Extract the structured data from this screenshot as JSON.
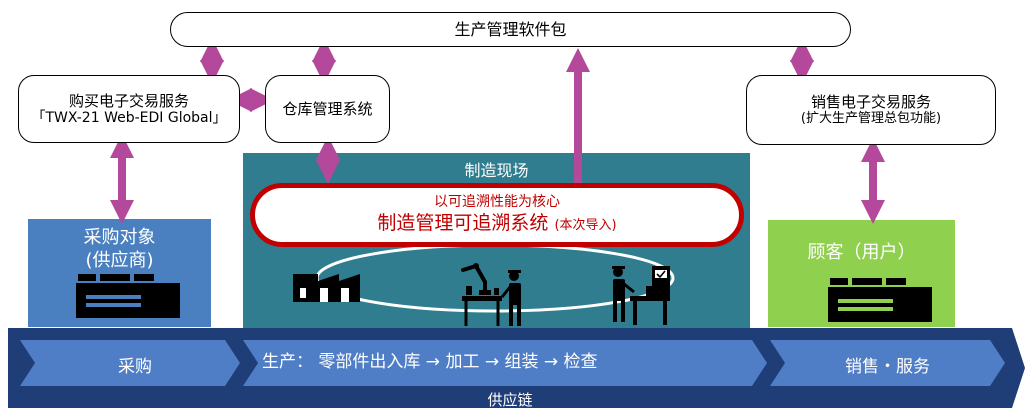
{
  "top_bar": {
    "label": "生产管理软件包"
  },
  "purchase_edi": {
    "line1": "购买电子交易服务",
    "line2": "「TWX-21 Web-EDI Global」"
  },
  "warehouse": {
    "label": "仓库管理系统"
  },
  "sales_edi": {
    "line1": "销售电子交易服务",
    "line2": "(扩大生产管理总包功能)"
  },
  "supplier": {
    "line1": "采购对象",
    "line2": "(供应商)"
  },
  "customer": {
    "label": "顾客（用户）"
  },
  "manufacturing_site": {
    "title": "制造现场",
    "trace_line1": "以可追溯性能为核心",
    "trace_line2": "制造管理可追溯系统",
    "trace_note": "(本次导入)"
  },
  "supply_chain": {
    "stages": [
      "采购",
      "生产：  零部件出入库 → 加工 →  组装 → 检查",
      "销售・服务"
    ],
    "label": "供应链"
  },
  "colors": {
    "arrow": "#b4489a",
    "supplier_panel": "#4a80bf",
    "customer_panel": "#8fd14f",
    "site_panel": "#2f7d8f",
    "oval_border": "#c00000",
    "supply_band": "#1f3e78",
    "stage_chevron": "#4f7ec6"
  },
  "icons": [
    "factory-machine-icon",
    "factory-building-icon",
    "robot-arm-icon",
    "worker-icon",
    "inspection-machine-icon"
  ]
}
